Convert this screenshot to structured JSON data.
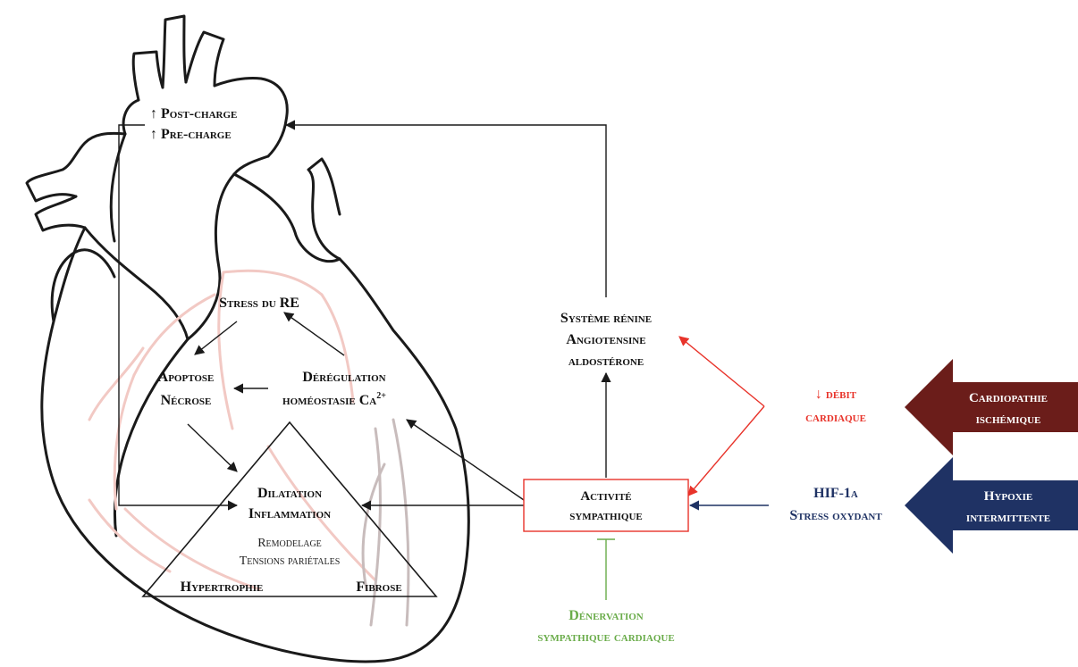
{
  "colors": {
    "line": "#1a1a1a",
    "vessel": "#f2c9c4",
    "vessel_grey": "#c8bcbc",
    "red": "#e8332a",
    "navy": "#1f3264",
    "maroon": "#6b1d1a",
    "green": "#6aac4a"
  },
  "icons": {
    "heart": "heart-outline-drawing",
    "arrow_cardiopathie": "left-arrow-maroon",
    "arrow_hypoxie": "left-arrow-navy"
  },
  "labels": {
    "post_charge": "↑ Post-charge",
    "pre_charge": "↑ Pre-charge",
    "stress_re": "Stress du RE",
    "apoptose": "Apoptose",
    "necrose": "Nécrose",
    "deregulation": "Dérégulation",
    "homeostasie": "homéostasie Ca",
    "ca_sup": "2+",
    "dilatation": "Dilatation",
    "inflammation": "Inflammation",
    "remodelage": "Remodelage",
    "tensions": "Tensions pariétales",
    "hypertrophie": "Hypertrophie",
    "fibrose": "Fibrose",
    "systeme_renine": "Système rénine",
    "angiotensine": "Angiotensine",
    "aldosterone": "aldostérone",
    "activite": "Activité",
    "sympathique": "sympathique",
    "debit_1": "↓ débit",
    "debit_2": "cardiaque",
    "hif": "HIF-1α",
    "stress_oxydant": "Stress oxydant",
    "denervation_1": "Dénervation",
    "denervation_2": "sympathique cardiaque",
    "cardiopathie_1": "Cardiopathie",
    "cardiopathie_2": "ischémique",
    "hypoxie_1": "Hypoxie",
    "hypoxie_2": "intermittente"
  }
}
